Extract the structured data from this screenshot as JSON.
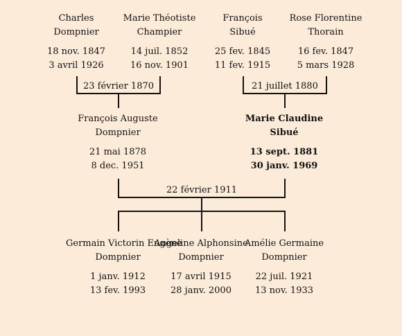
{
  "grandparents": [
    {
      "first": "Charles",
      "last": "Dompnier",
      "birth": "18 nov. 1847",
      "death": "3 avril 1926"
    },
    {
      "first": "Marie Théotiste",
      "last": "Champier",
      "birth": "14 juil. 1852",
      "death": "16 nov. 1901"
    },
    {
      "first": "François",
      "last": "Sibué",
      "birth": "25 fev. 1845",
      "death": "11 fev. 1915"
    },
    {
      "first": "Rose Florentine",
      "last": "Thorain",
      "birth": "16 fev. 1847",
      "death": "5 mars 1928"
    }
  ],
  "marriages": {
    "paternal": "23 février 1870",
    "maternal": "21 juillet 1880",
    "parents": "22 février 1911"
  },
  "parents": [
    {
      "first": "François Auguste",
      "last": "Dompnier",
      "birth": "21 mai 1878",
      "death": "8 dec. 1951"
    },
    {
      "first": "Marie Claudine",
      "last": "Sibué",
      "birth": "13 sept. 1881",
      "death": "30 janv. 1969"
    }
  ],
  "children": [
    {
      "first": "Germain Victorin Eugène",
      "last": "Dompnier",
      "birth": "1 janv. 1912",
      "death": "13 fev. 1993"
    },
    {
      "first": "Angeline Alphonsine",
      "last": "Dompnier",
      "birth": "17 avril 1915",
      "death": "28 janv. 2000"
    },
    {
      "first": "Amélie Germaine",
      "last": "Dompnier",
      "birth": "22 juil. 1921",
      "death": "13 nov. 1933"
    }
  ]
}
